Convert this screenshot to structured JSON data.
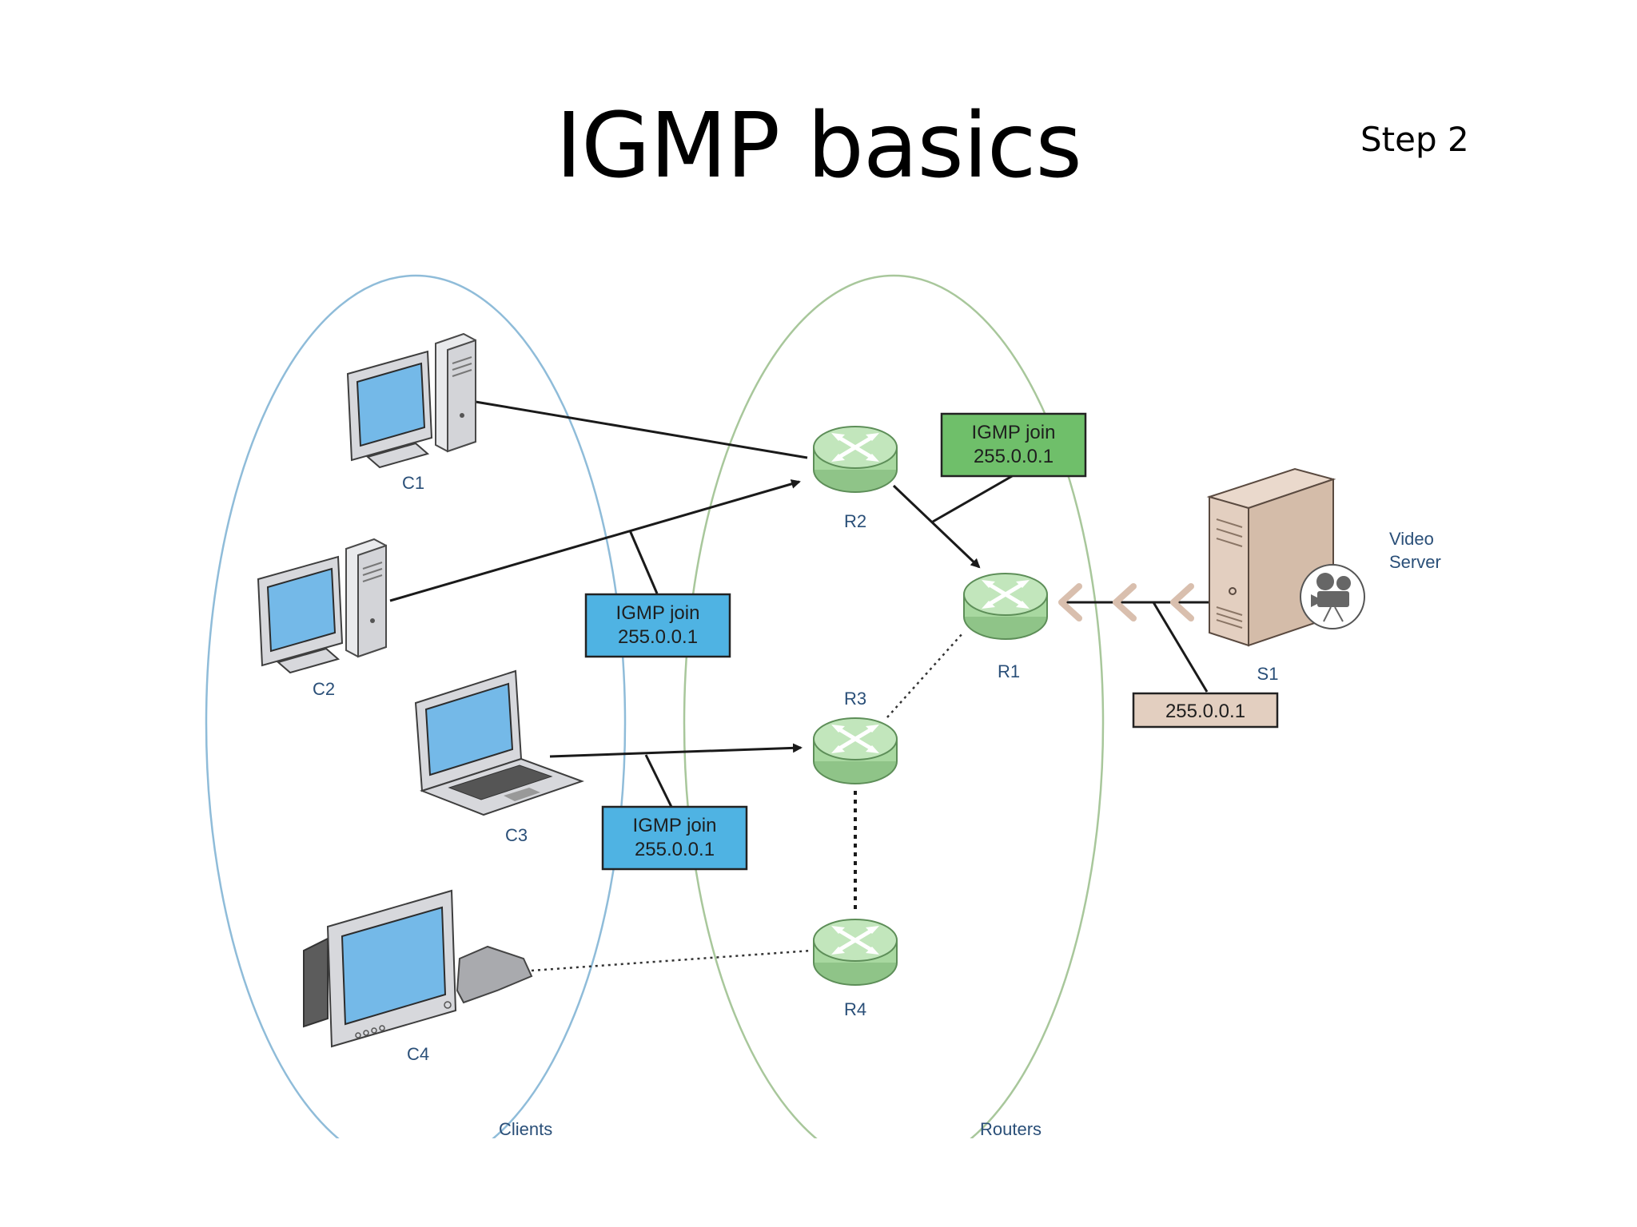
{
  "slide": {
    "title": "IGMP basics",
    "step": "Step 2"
  },
  "groups": {
    "clients": "Clients",
    "routers": "Routers"
  },
  "nodes": {
    "c1": "C1",
    "c2": "C2",
    "c3": "C3",
    "c4": "C4",
    "r1": "R1",
    "r2": "R2",
    "r3": "R3",
    "r4": "R4",
    "s1": "S1",
    "server_line1": "Video",
    "server_line2": "Server"
  },
  "callouts": {
    "router_join": {
      "line1": "IGMP join",
      "line2": "255.0.0.1"
    },
    "c2_join": {
      "line1": "IGMP join",
      "line2": "255.0.0.1"
    },
    "c3_join": {
      "line1": "IGMP join",
      "line2": "255.0.0.1"
    },
    "source_group": "255.0.0.1"
  },
  "colors": {
    "clients_ellipse": "#8fbcd9",
    "routers_ellipse": "#a8c79b",
    "router_fill": "#a8d8a0",
    "client_box": "#4fb3e3",
    "router_box": "#6fbf6a",
    "source_box": "#e3cfc0",
    "label_text": "#2a4f78"
  }
}
